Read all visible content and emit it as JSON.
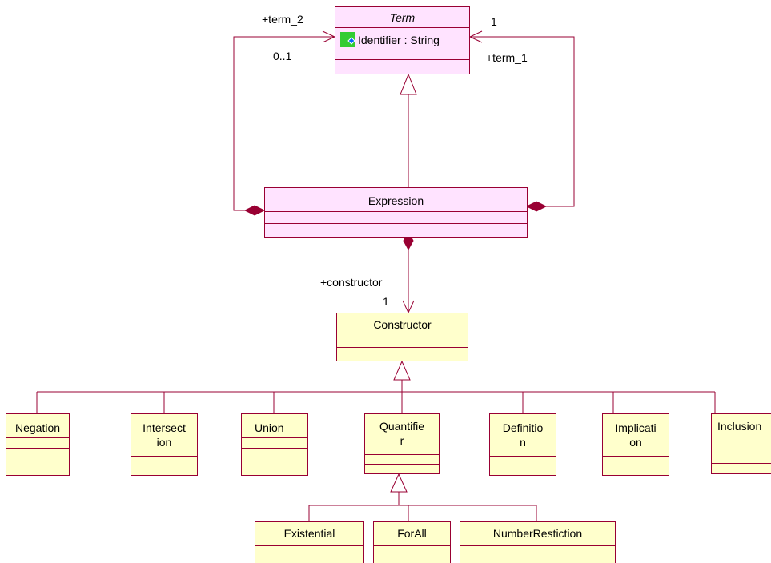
{
  "colors": {
    "line": "#990033",
    "pink_fill": "#ffe3ff",
    "yellow_fill": "#ffffcc",
    "attr_icon_bg": "#33cc33",
    "attr_icon_fg": "#0066ff"
  },
  "classes": {
    "term": {
      "name": "Term",
      "attribute": "Identifier : String",
      "attribute_icon": "attribute-icon"
    },
    "expression": {
      "name": "Expression"
    },
    "constructor": {
      "name": "Constructor"
    },
    "negation": {
      "name": "Negation"
    },
    "intersection": {
      "name_line1": "Intersect",
      "name_line2": "ion"
    },
    "union": {
      "name": "Union"
    },
    "quantifier": {
      "name_line1": "Quantifie",
      "name_line2": "r"
    },
    "definition": {
      "name_line1": "Definitio",
      "name_line2": "n"
    },
    "implication": {
      "name_line1": "Implicati",
      "name_line2": "on"
    },
    "inclusion": {
      "name": "Inclusion"
    },
    "existential": {
      "name": "Existential"
    },
    "forall": {
      "name": "ForAll"
    },
    "numberrestiction": {
      "name": "NumberRestiction"
    }
  },
  "associations": {
    "term_2": {
      "role": "+term_2",
      "multiplicity": "0..1"
    },
    "term_1": {
      "role": "+term_1",
      "multiplicity": "1"
    },
    "constructor": {
      "role": "+constructor",
      "multiplicity": "1"
    }
  }
}
